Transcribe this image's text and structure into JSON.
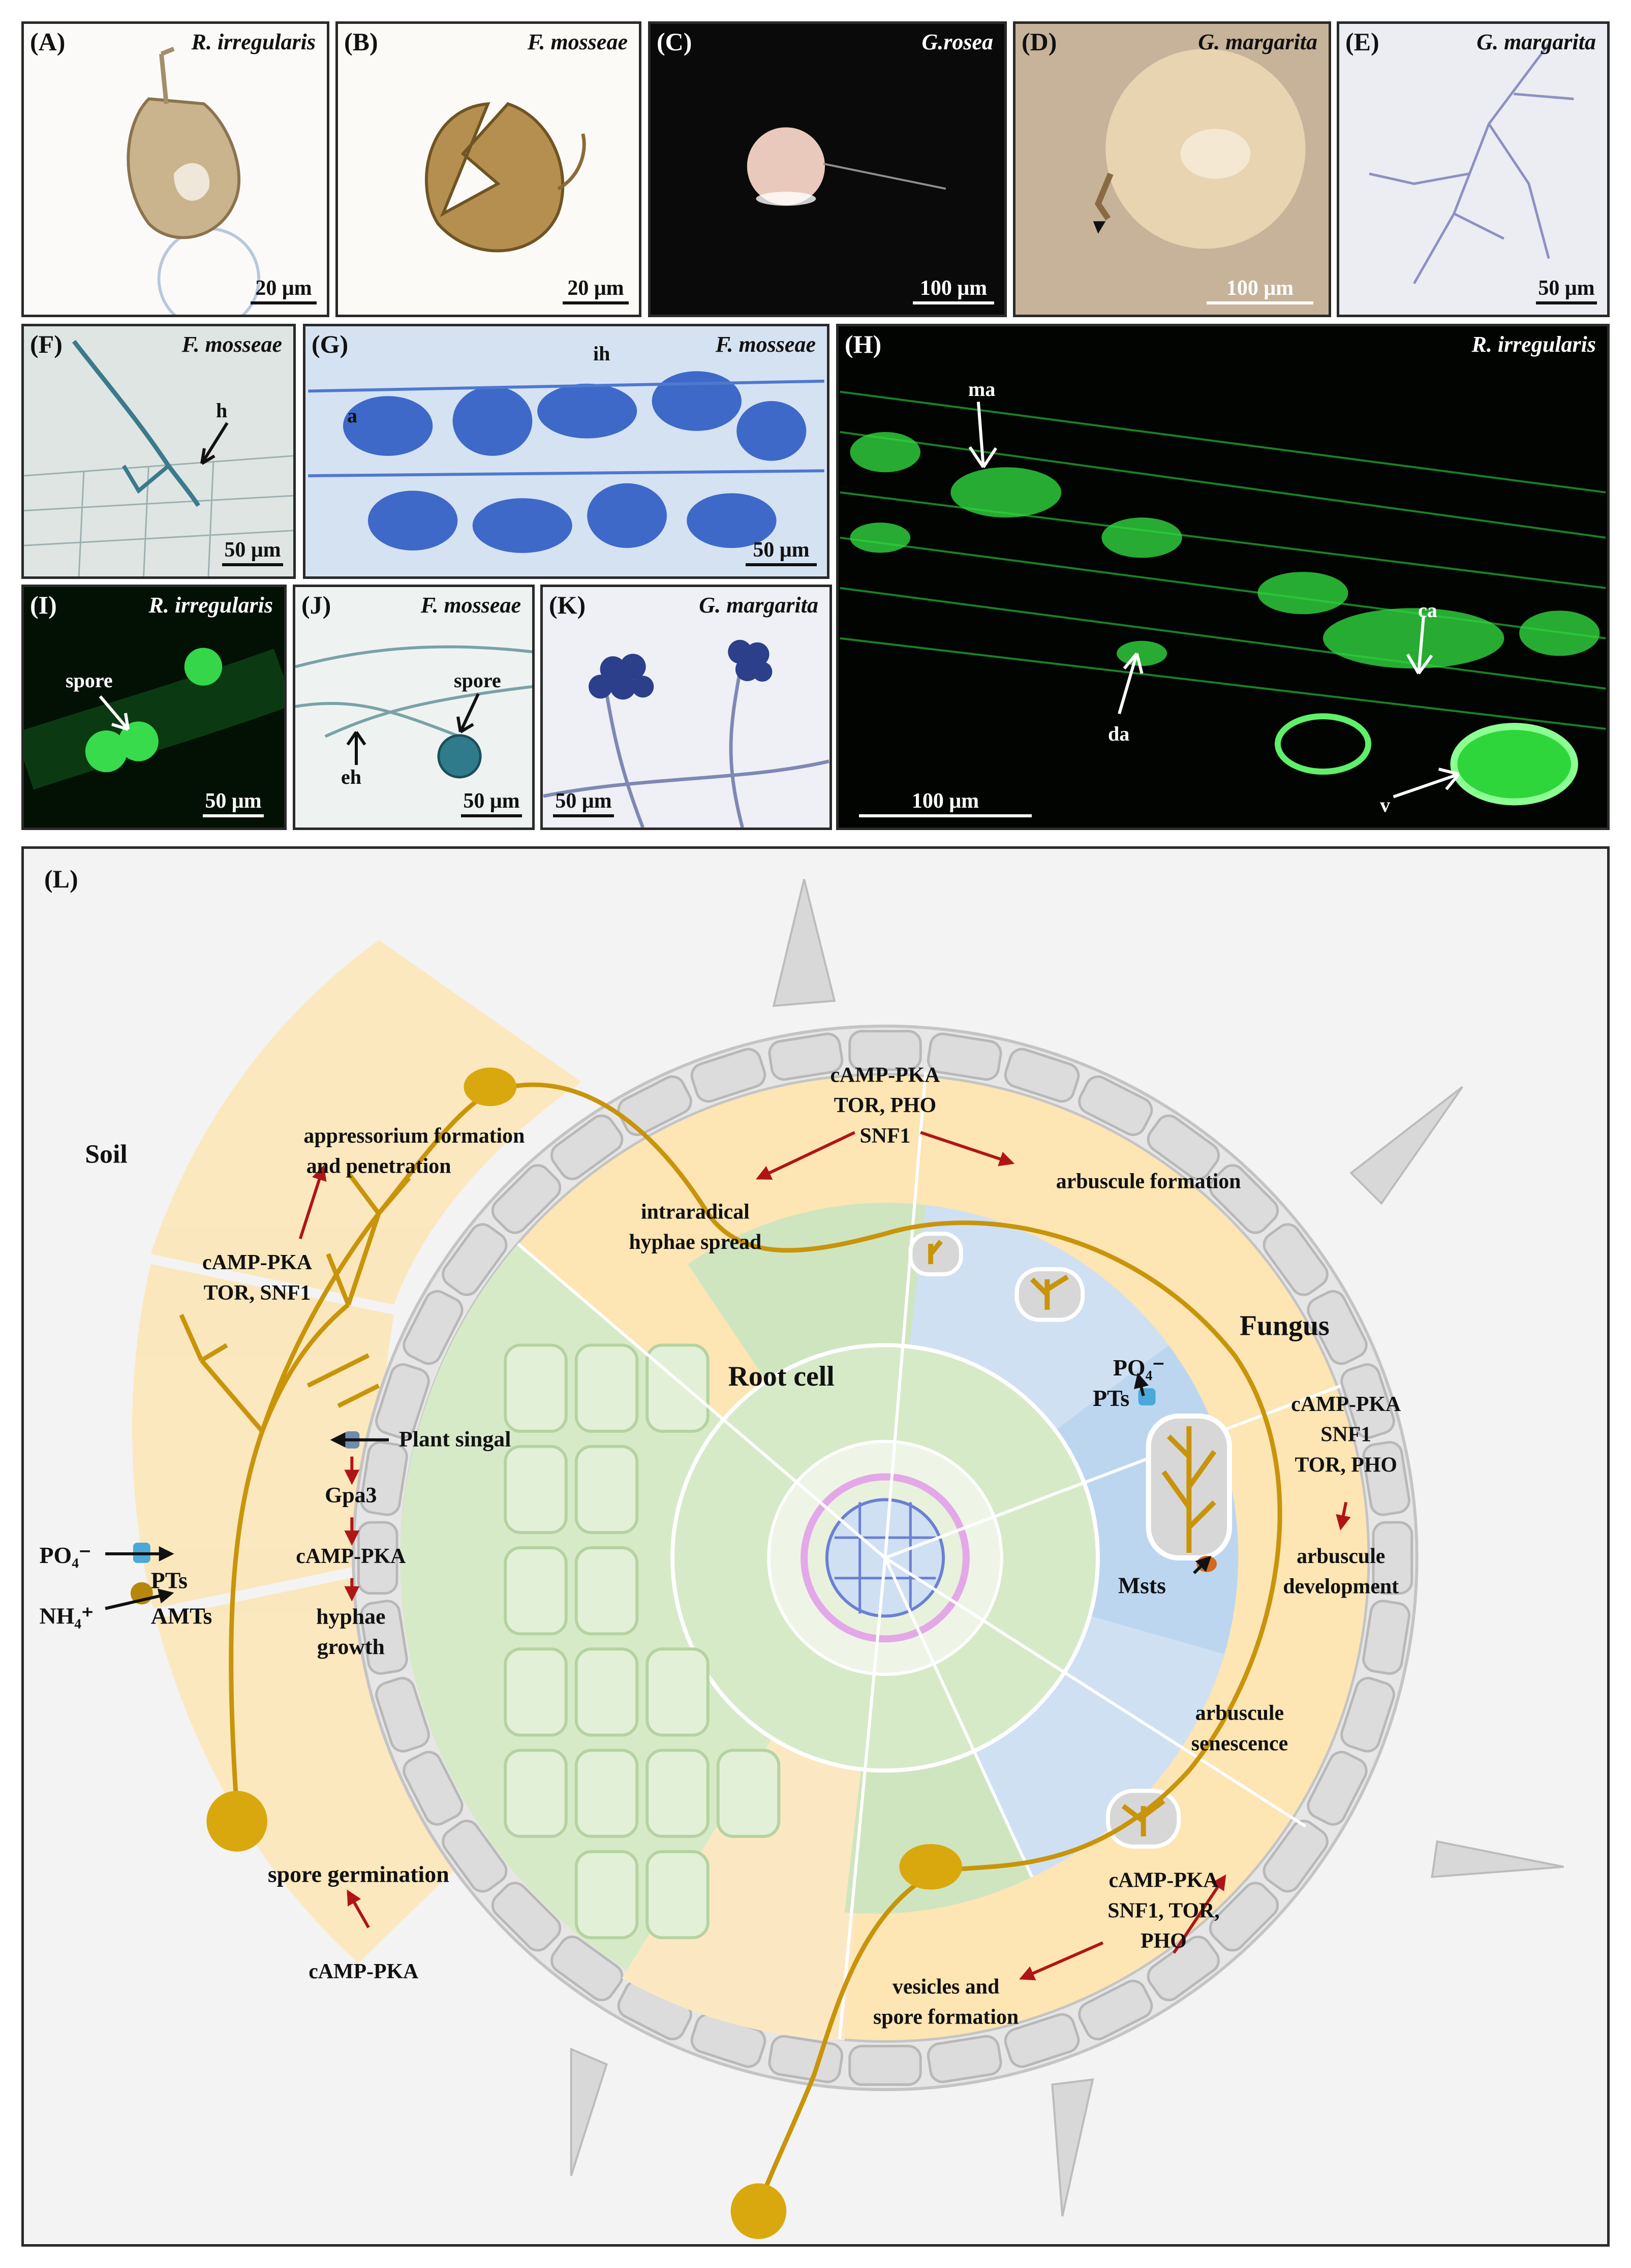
{
  "panels": {
    "A": {
      "label": "(A)",
      "species": "R. irregularis",
      "scale": "20 μm"
    },
    "B": {
      "label": "(B)",
      "species": "F. mosseae",
      "scale": "20 μm"
    },
    "C": {
      "label": "(C)",
      "species": "G.rosea",
      "scale": "100 μm"
    },
    "D": {
      "label": "(D)",
      "species": "G. margarita",
      "scale": "100 μm"
    },
    "E": {
      "label": "(E)",
      "species": "G. margarita",
      "scale": "50 μm"
    },
    "F": {
      "label": "(F)",
      "species": "F. mosseae",
      "scale": "50 μm",
      "annotations": [
        "h"
      ]
    },
    "G": {
      "label": "(G)",
      "species": "F. mosseae",
      "scale": "50 μm",
      "annotations": [
        "a",
        "ih"
      ]
    },
    "H": {
      "label": "(H)",
      "species": "R. irregularis",
      "scale": "100 μm",
      "annotations": [
        "ma",
        "ca",
        "da",
        "v"
      ]
    },
    "I": {
      "label": "(I)",
      "species": "R. irregularis",
      "scale": "50 μm",
      "annotations": [
        "spore"
      ]
    },
    "J": {
      "label": "(J)",
      "species": "F. mosseae",
      "scale": "50 μm",
      "annotations": [
        "spore",
        "eh"
      ]
    },
    "K": {
      "label": "(K)",
      "species": "G. margarita",
      "scale": "50 μm"
    }
  },
  "diagram": {
    "label": "(L)",
    "regions": {
      "soil": "Soil",
      "root_cell": "Root cell",
      "fungus": "Fungus"
    },
    "texts": {
      "appressorium_1": "appressorium formation",
      "appressorium_2": "and penetration",
      "left_reg_1": "cAMP-PKA",
      "left_reg_2": "TOR, SNF1",
      "top_reg_1": "cAMP-PKA",
      "top_reg_2": "TOR, PHO",
      "top_reg_3": "SNF1",
      "intraradical_1": "intraradical",
      "intraradical_2": "hyphae spread",
      "arbuscule_formation": "arbuscule formation",
      "plant_signal": "Plant singal",
      "gpa3": "Gpa3",
      "camp_pka_mid": "cAMP-PKA",
      "hyphae_1": "hyphae",
      "hyphae_2": "growth",
      "po4_left": "PO₄⁻",
      "pts_left": "PTs",
      "nh4_left": "NH₄⁺",
      "amts_left": "AMTs",
      "spore_germination": "spore germination",
      "camp_pka_bottom": "cAMP-PKA",
      "po4_right": "PO₄⁻",
      "pts_right": "PTs",
      "msts": "Msts",
      "right_reg_1": "cAMP-PKA",
      "right_reg_2": "SNF1",
      "right_reg_3": "TOR, PHO",
      "arb_dev_1": "arbuscule",
      "arb_dev_2": "development",
      "arb_sen_1": "arbuscule",
      "arb_sen_2": "senescence",
      "bot_reg_1": "cAMP-PKA",
      "bot_reg_2": "SNF1, TOR,",
      "bot_reg_3": "PHO",
      "vesicles_1": "vesicles and",
      "vesicles_2": "spore formation"
    },
    "colors": {
      "sector": "#fde5b4",
      "hypha": "#c8940a",
      "arrow": "#b01515",
      "cortex": "#d6eac8",
      "stele": "#bcd6f0",
      "cell_wall": "#d9d9d9"
    }
  }
}
